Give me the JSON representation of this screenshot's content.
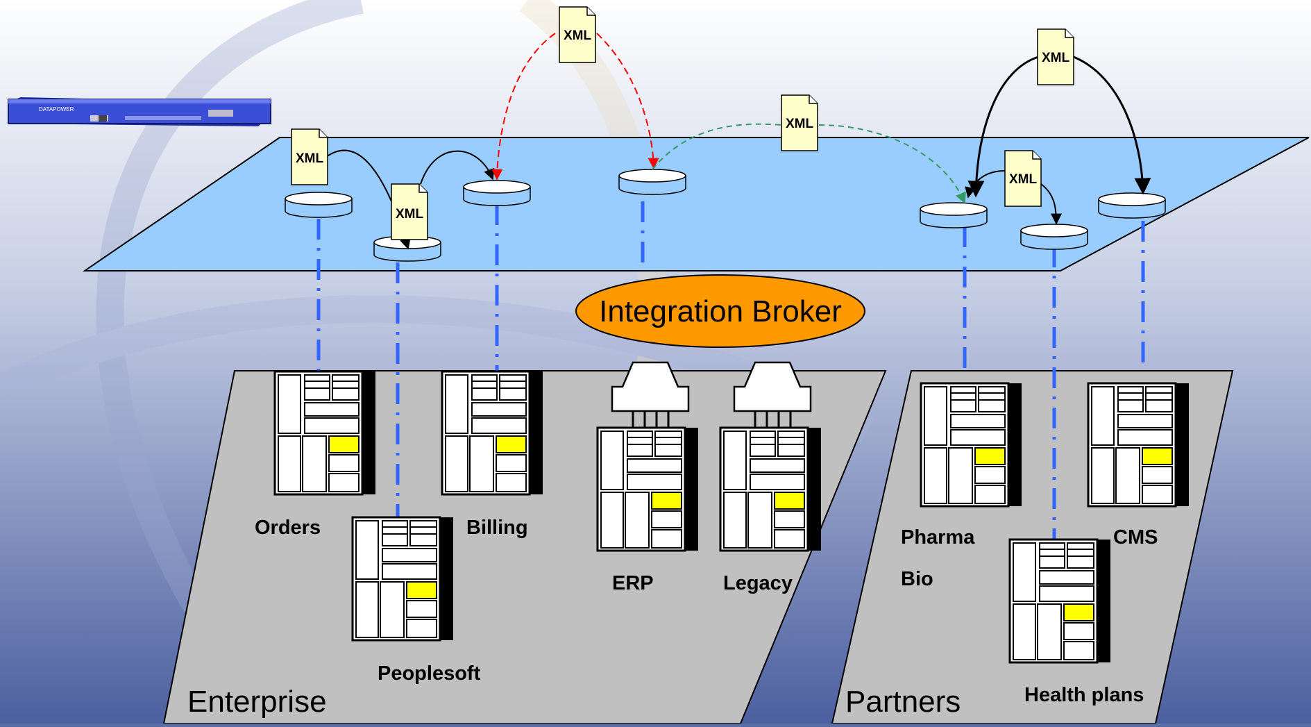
{
  "appliance": {
    "brand": "DATAPOWER"
  },
  "broker": {
    "label": "Integration Broker"
  },
  "regions": {
    "enterprise": "Enterprise",
    "partners": "Partners"
  },
  "xml_label": "XML",
  "servers": {
    "orders": "Orders",
    "billing": "Billing",
    "peoplesoft": "Peoplesoft",
    "erp": "ERP",
    "legacy": "Legacy",
    "pharma": "Pharma",
    "bio": "Bio",
    "cms": "CMS",
    "health_plans": "Health plans"
  },
  "colors": {
    "bus_plane": "#99ccff",
    "broker_fill": "#ff9900",
    "base_plane": "#c0c0c0",
    "highlight_slot": "#ffff00",
    "connector": "#3366ff",
    "enterprise_flow": "#ff0000",
    "partner_flow": "#339966",
    "xml_doc": "#ffffcc"
  }
}
